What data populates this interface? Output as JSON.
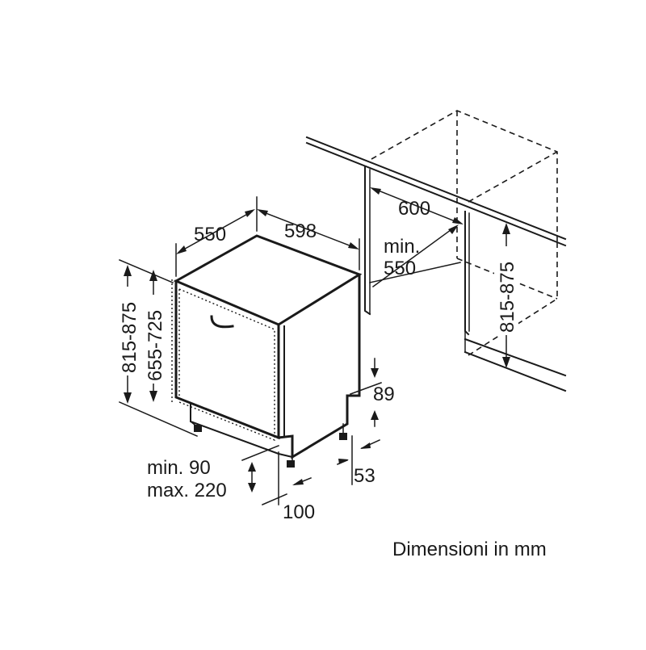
{
  "labels": {
    "depth": "550",
    "width": "598",
    "niche_width": "600",
    "niche_depth_line1": "min.",
    "niche_depth_line2": "550",
    "niche_height": "815-875",
    "total_height": "815-875",
    "door_height": "655-725",
    "plinth_depth": "89",
    "foot_height": "53",
    "plinth_height_line1": "min. 90",
    "plinth_height_line2": "max. 220",
    "plinth_setback": "100"
  },
  "caption": "Dimensioni in mm",
  "colors": {
    "line": "#1a1a1a",
    "background": "#ffffff"
  }
}
